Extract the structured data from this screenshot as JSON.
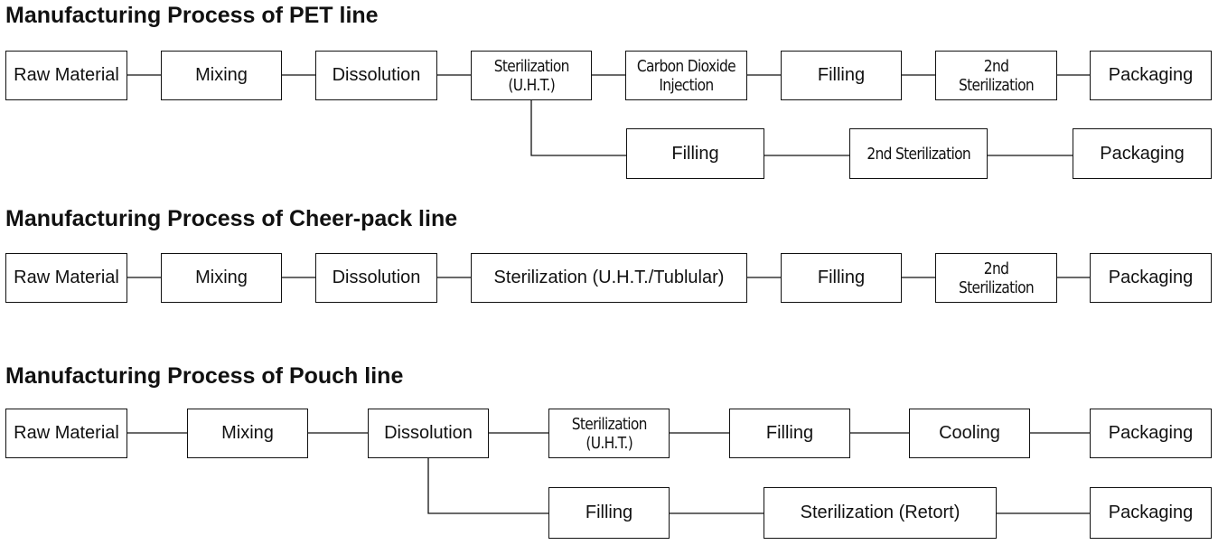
{
  "sections": [
    {
      "title": "Manufacturing Process of PET line",
      "main": [
        "Raw Material",
        "Mixing",
        "Dissolution",
        "Sterilization\n(U.H.T.)",
        "Carbon Dioxide\nInjection",
        "Filling",
        "2nd Sterilization",
        "Packaging"
      ],
      "branch": [
        "Filling",
        "2nd Sterilization",
        "Packaging"
      ]
    },
    {
      "title": "Manufacturing Process of Cheer-pack line",
      "main": [
        "Raw Material",
        "Mixing",
        "Dissolution",
        "Sterilization (U.H.T./Tublular)",
        "Filling",
        "2nd Sterilization",
        "Packaging"
      ]
    },
    {
      "title": "Manufacturing Process of Pouch line",
      "main": [
        "Raw Material",
        "Mixing",
        "Dissolution",
        "Sterilization\n(U.H.T.)",
        "Filling",
        "Cooling",
        "Packaging"
      ],
      "branch": [
        "Filling",
        "Sterilization (Retort)",
        "Packaging"
      ]
    }
  ]
}
